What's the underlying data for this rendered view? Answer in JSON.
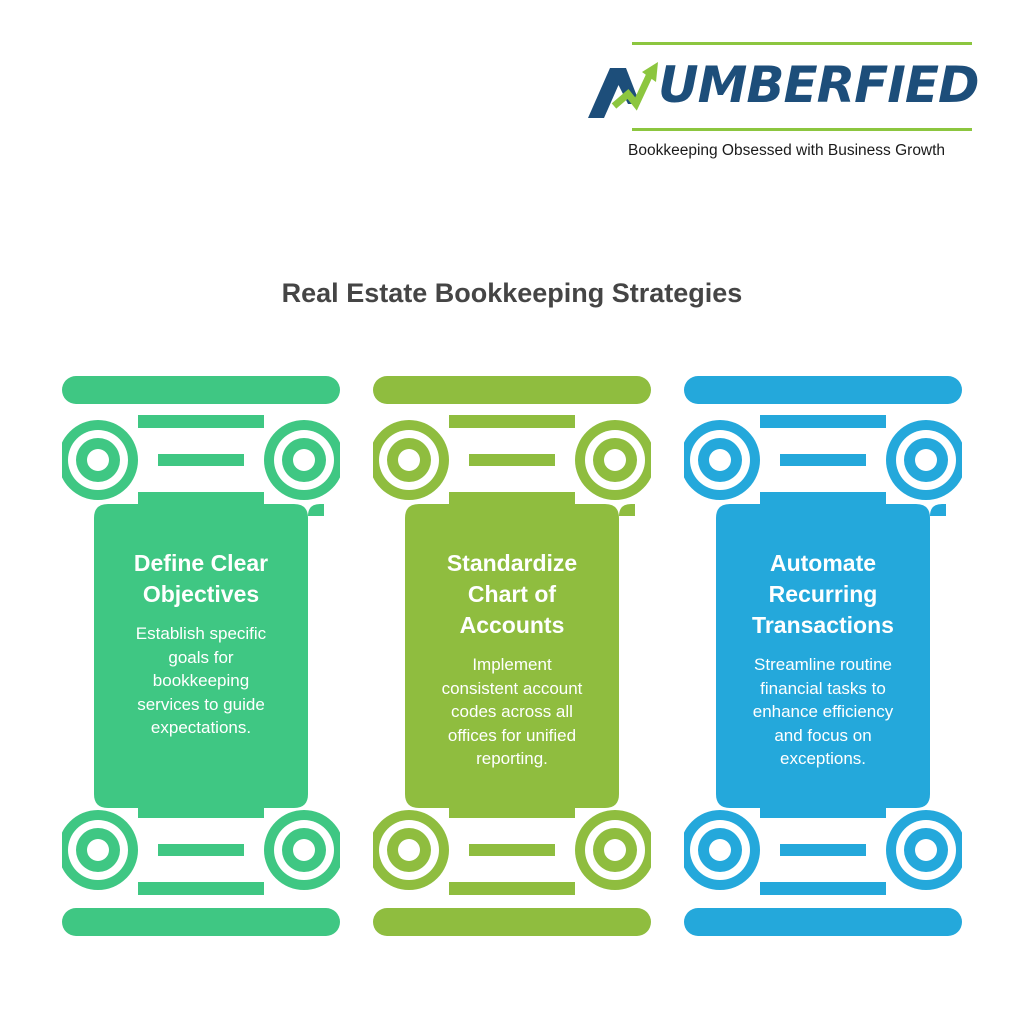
{
  "brand": {
    "name": "NUMBERFIED",
    "wordmark_rest": "UMBERFIED",
    "tagline": "Bookkeeping Obsessed with Business Growth",
    "colors": {
      "navy": "#1d4e7a",
      "green": "#8cc63f"
    }
  },
  "title": "Real Estate Bookkeeping Strategies",
  "pillars": [
    {
      "heading": "Define Clear Objectives",
      "heading_lines": [
        "Define Clear",
        "Objectives"
      ],
      "description": "Establish specific goals for bookkeeping services to guide expectations.",
      "description_lines": [
        "Establish specific",
        "goals for",
        "bookkeeping",
        "services to guide",
        "expectations."
      ],
      "color": "#3fc783"
    },
    {
      "heading": "Standardize Chart of Accounts",
      "heading_lines": [
        "Standardize",
        "Chart of",
        "Accounts"
      ],
      "description": "Implement consistent account codes across all offices for unified reporting.",
      "description_lines": [
        "Implement",
        "consistent account",
        "codes across all",
        "offices for unified",
        "reporting."
      ],
      "color": "#8fbd3f"
    },
    {
      "heading": "Automate Recurring Transactions",
      "heading_lines": [
        "Automate",
        "Recurring",
        "Transactions"
      ],
      "description": "Streamline routine financial tasks to enhance efficiency and focus on exceptions.",
      "description_lines": [
        "Streamline routine",
        "financial tasks to",
        "enhance efficiency",
        "and focus on",
        "exceptions."
      ],
      "color": "#24a8db"
    }
  ]
}
